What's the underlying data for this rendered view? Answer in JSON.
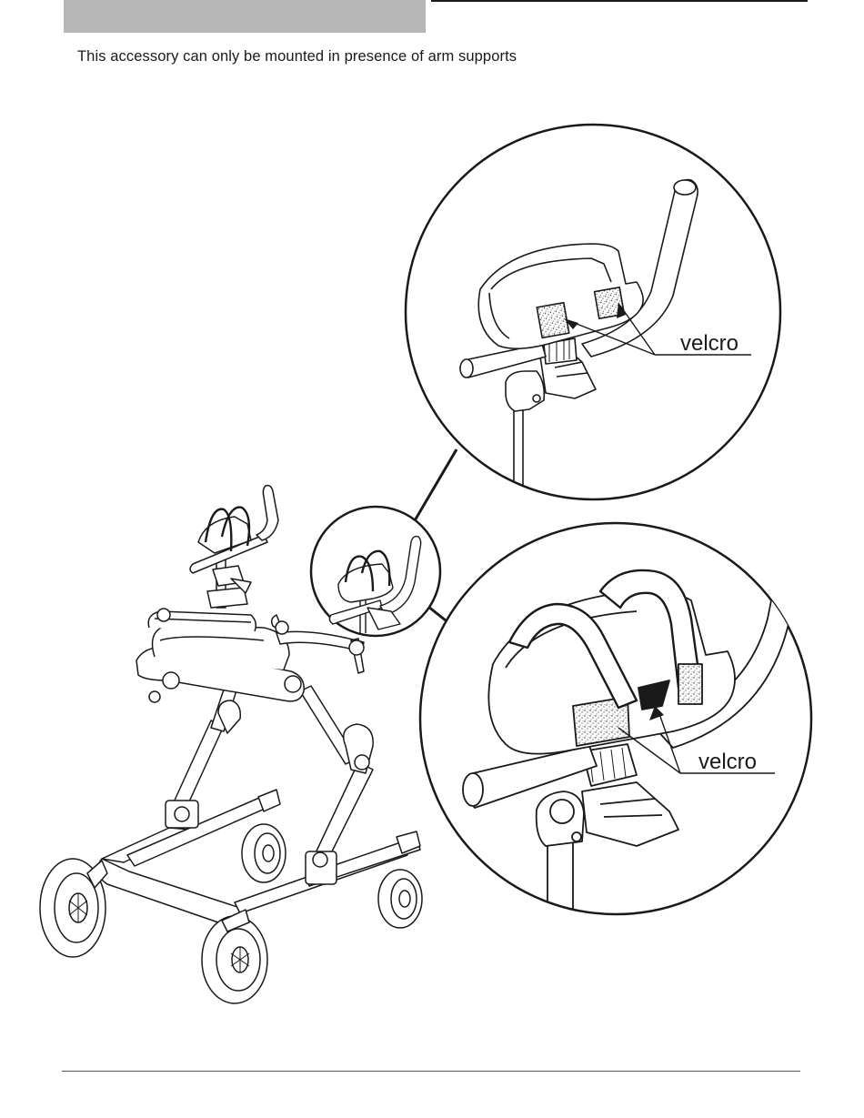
{
  "intro_text": "This accessory can only be mounted in presence of arm supports",
  "callouts": {
    "top_label": "velcro",
    "bottom_label": "velcro"
  },
  "colors": {
    "header_bar": "#b7b7b7",
    "line": "#1a1a1a"
  }
}
